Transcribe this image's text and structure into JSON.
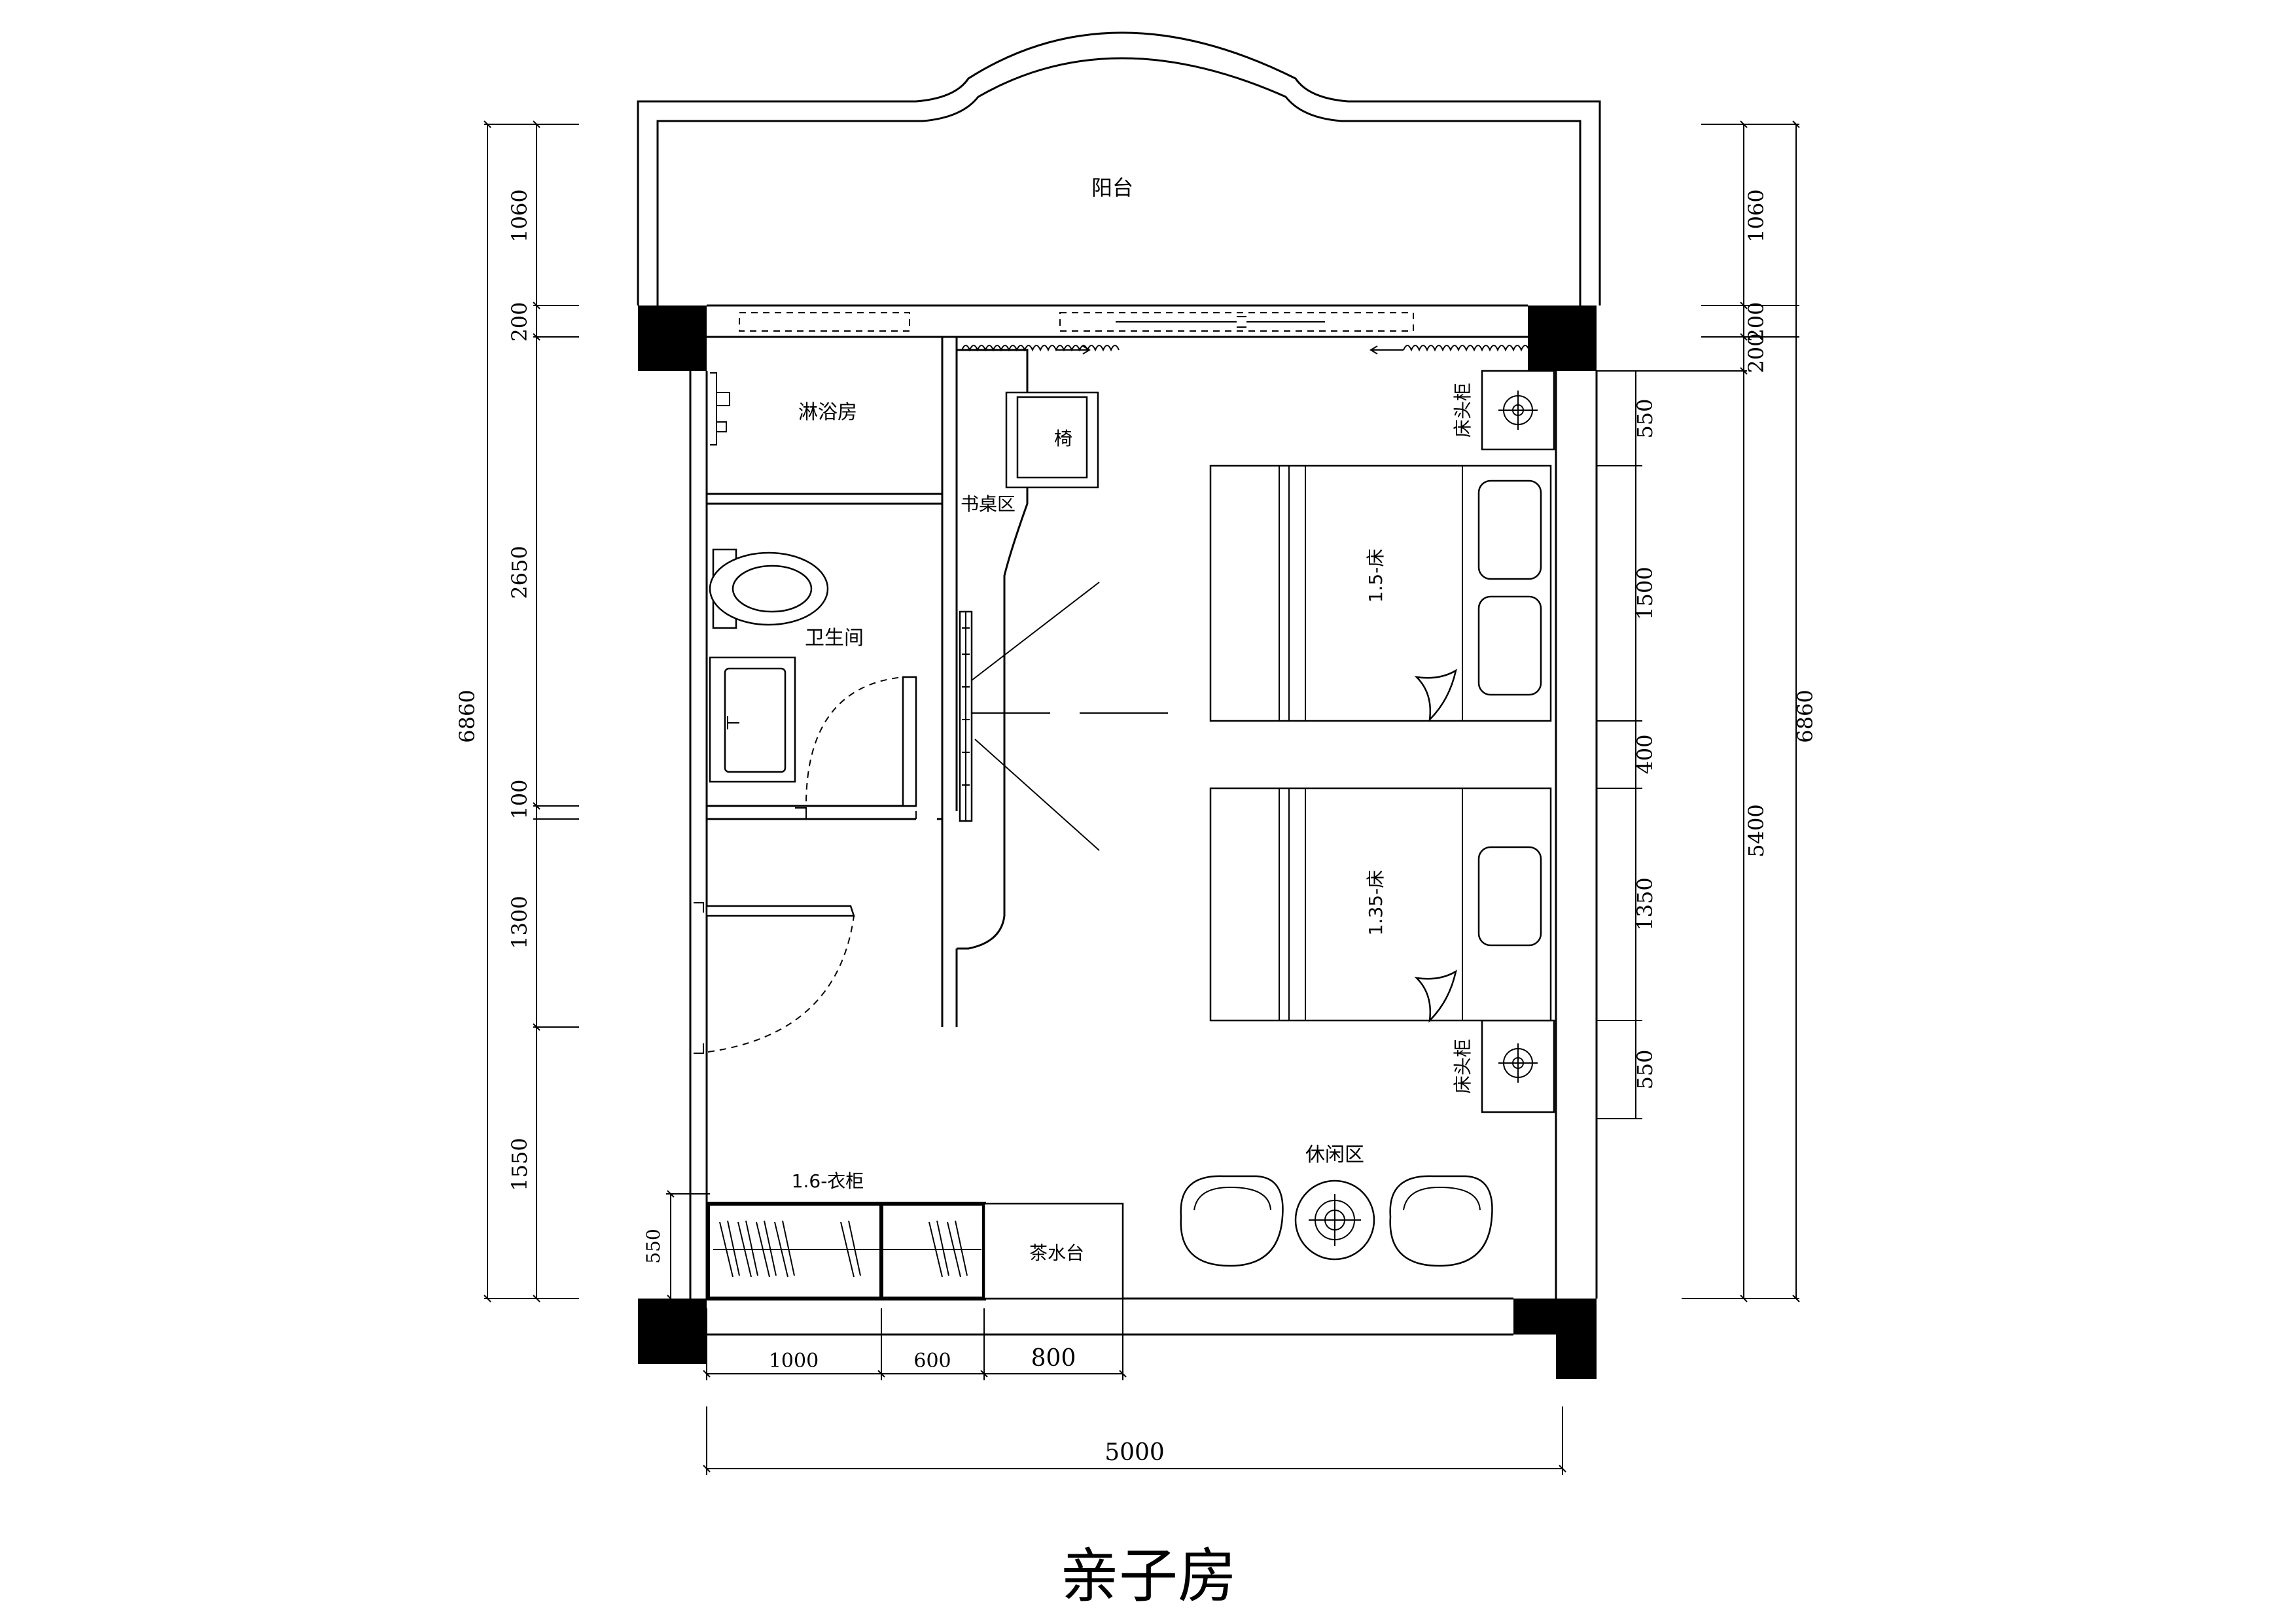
{
  "drawing_title": "亲子房",
  "rooms": {
    "balcony": "阳台",
    "shower": "淋浴房",
    "bathroom": "卫生间",
    "desk_area": "书桌区",
    "chair": "椅",
    "bedside_top": "床头柜",
    "bedside_bottom": "床头柜",
    "bed_large": "1.5-床",
    "bed_small": "1.35-床",
    "lounge": "休闲区",
    "wardrobe": "1.6-衣柜",
    "tea_counter": "茶水台"
  },
  "dimensions": {
    "left_outer_total": "6860",
    "left_inner": [
      "1060",
      "200",
      "2650",
      "100",
      "1300",
      "1550"
    ],
    "left_wardrobe_depth": "550",
    "right_outer_total": "6860",
    "right_mid_total": "5400",
    "right_mid_top": [
      "1060",
      "200",
      "200"
    ],
    "right_inner": [
      "550",
      "1500",
      "400",
      "1350",
      "550"
    ],
    "bottom_segments": [
      "1000",
      "600",
      "800"
    ],
    "bottom_total": "5000"
  }
}
